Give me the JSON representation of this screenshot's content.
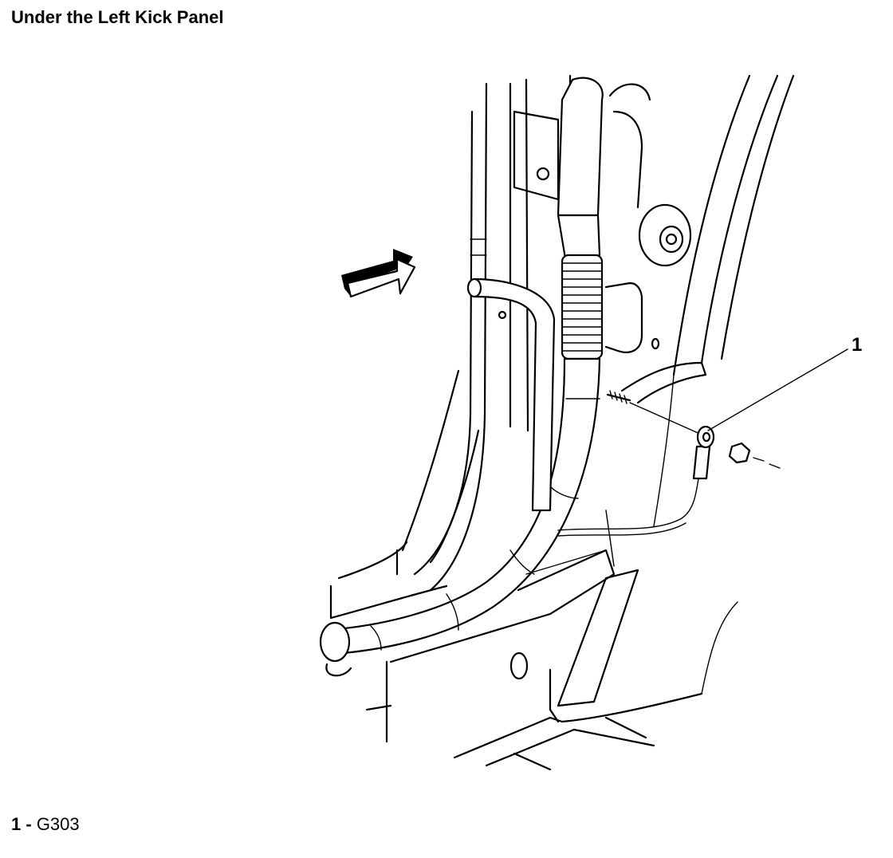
{
  "title": "Under the Left Kick Panel",
  "callouts": [
    {
      "number": "1",
      "label": "G303"
    }
  ],
  "legend_separator": " - ",
  "icons": [
    "view-direction-arrow-icon",
    "ground-stud-icon",
    "nut-icon",
    "eyelet-terminal-icon"
  ]
}
